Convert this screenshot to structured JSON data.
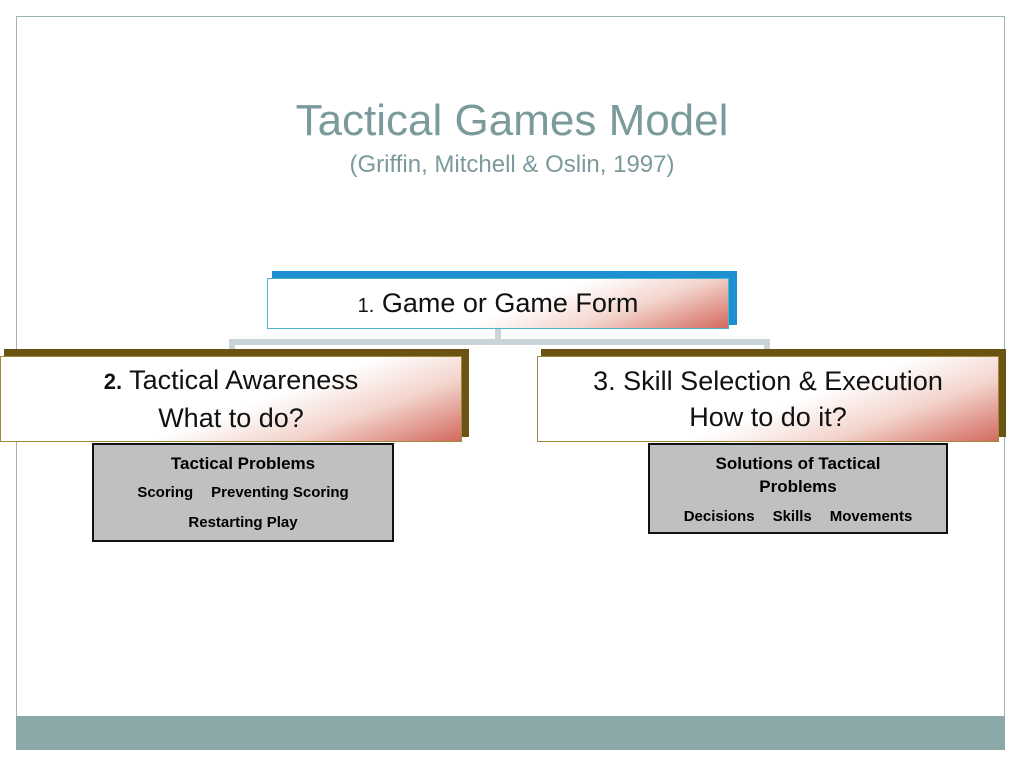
{
  "slide": {
    "title": "Tactical Games Model",
    "subtitle": "(Griffin, Mitchell & Oslin, 1997)"
  },
  "diagram": {
    "top_node": {
      "number": "1.",
      "label": "Game or Game Form"
    },
    "left_node": {
      "number": "2.",
      "line1": "Tactical Awareness",
      "line2": "What to do?"
    },
    "right_node": {
      "line1": "3. Skill Selection & Execution",
      "line2": "How to do it?"
    },
    "left_box": {
      "heading": "Tactical Problems",
      "items_row1": [
        "Scoring",
        "Preventing Scoring"
      ],
      "items_row2": [
        "Restarting Play"
      ]
    },
    "right_box": {
      "heading": "Solutions of Tactical Problems",
      "items_row1": [
        "Decisions",
        "Skills",
        "Movements"
      ]
    }
  },
  "colors": {
    "title": "#7b9a9c",
    "footer": "#8ca9aa",
    "top_accent": "#1e8fd0",
    "side_accent": "#6b5311",
    "box_fill": "#c0c0c0"
  }
}
